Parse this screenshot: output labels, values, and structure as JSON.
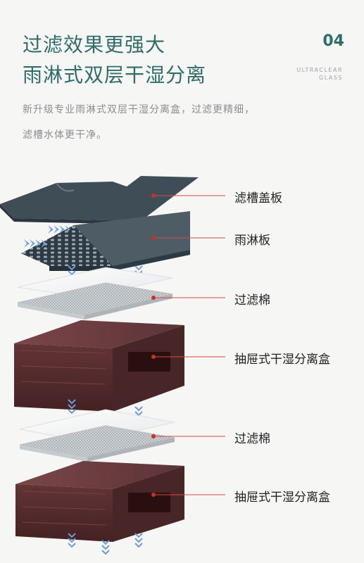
{
  "header": {
    "title_line1": "过滤效果更强大",
    "title_line2": "雨淋式双层干湿分离",
    "number": "04",
    "brand_line1": "ULTRACLEAR",
    "brand_line2": "GLASS"
  },
  "description": {
    "line1": "新升级专业雨淋式双层干湿分离盒，过滤更精细，",
    "line2": "滤槽水体更干净。"
  },
  "labels": {
    "lid": "滤槽盖板",
    "rain_plate": "雨淋板",
    "filter_cotton_1": "过滤棉",
    "drawer_box_1": "抽屉式干湿分离盒",
    "filter_cotton_2": "过滤棉",
    "drawer_box_2": "抽屉式干湿分离盒"
  },
  "colors": {
    "title": "#2f6d68",
    "accent_dot": "#c9302c",
    "arrow": "#5b86c9",
    "box": "#4a1e20",
    "lid": "#3d4a52"
  }
}
